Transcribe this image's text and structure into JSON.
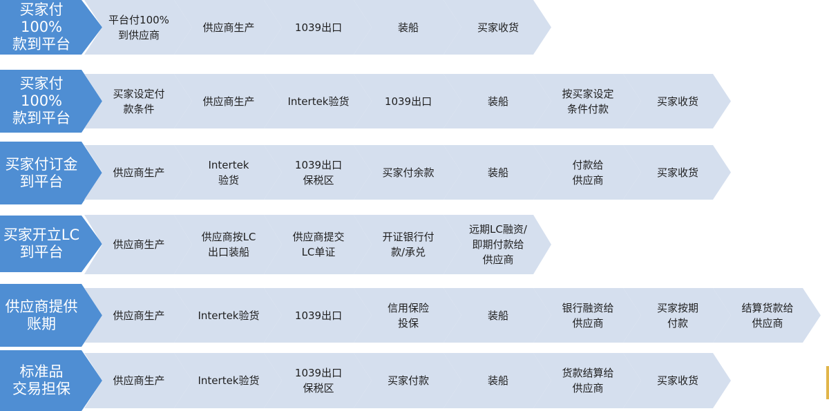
{
  "rows": [
    {
      "head": "买家付100%\n款到平台",
      "steps": [
        "平台付100%\n到供应商",
        "供应商生产",
        "1039出口",
        "装船",
        "买家收货"
      ]
    },
    {
      "head": "买家付100%\n款到平台",
      "steps": [
        "买家设定付\n款条件",
        "供应商生产",
        "Intertek验货",
        "1039出口",
        "装船",
        "按买家设定\n条件付款",
        "买家收货"
      ]
    },
    {
      "head": "买家付订金\n到平台",
      "steps": [
        "供应商生产",
        "Intertek\n验货",
        "1039出口\n保税区",
        "买家付余款",
        "装船",
        "付款给\n供应商",
        "买家收货"
      ]
    },
    {
      "head": "买家开立LC\n到平台",
      "steps": [
        "供应商生产",
        "供应商按LC\n出口装船",
        "供应商提交\nLC单证",
        "开证银行付\n款/承兑",
        "远期LC融资/\n即期付款给\n供应商"
      ]
    },
    {
      "head": "供应商提供\n账期",
      "steps": [
        "供应商生产",
        "Intertek验货",
        "1039出口",
        "信用保险\n投保",
        "装船",
        "银行融资给\n供应商",
        "买家按期\n付款",
        "结算货款给\n供应商"
      ]
    },
    {
      "head": "标准品\n交易担保",
      "steps": [
        "供应商生产",
        "Intertek验货",
        "1039出口\n保税区",
        "买家付款",
        "装船",
        "货款结算给\n供应商",
        "买家收货"
      ]
    }
  ],
  "colors": {
    "header": "#4f8ed3",
    "step": "#d5dfee",
    "accent": "#e1b54a"
  }
}
